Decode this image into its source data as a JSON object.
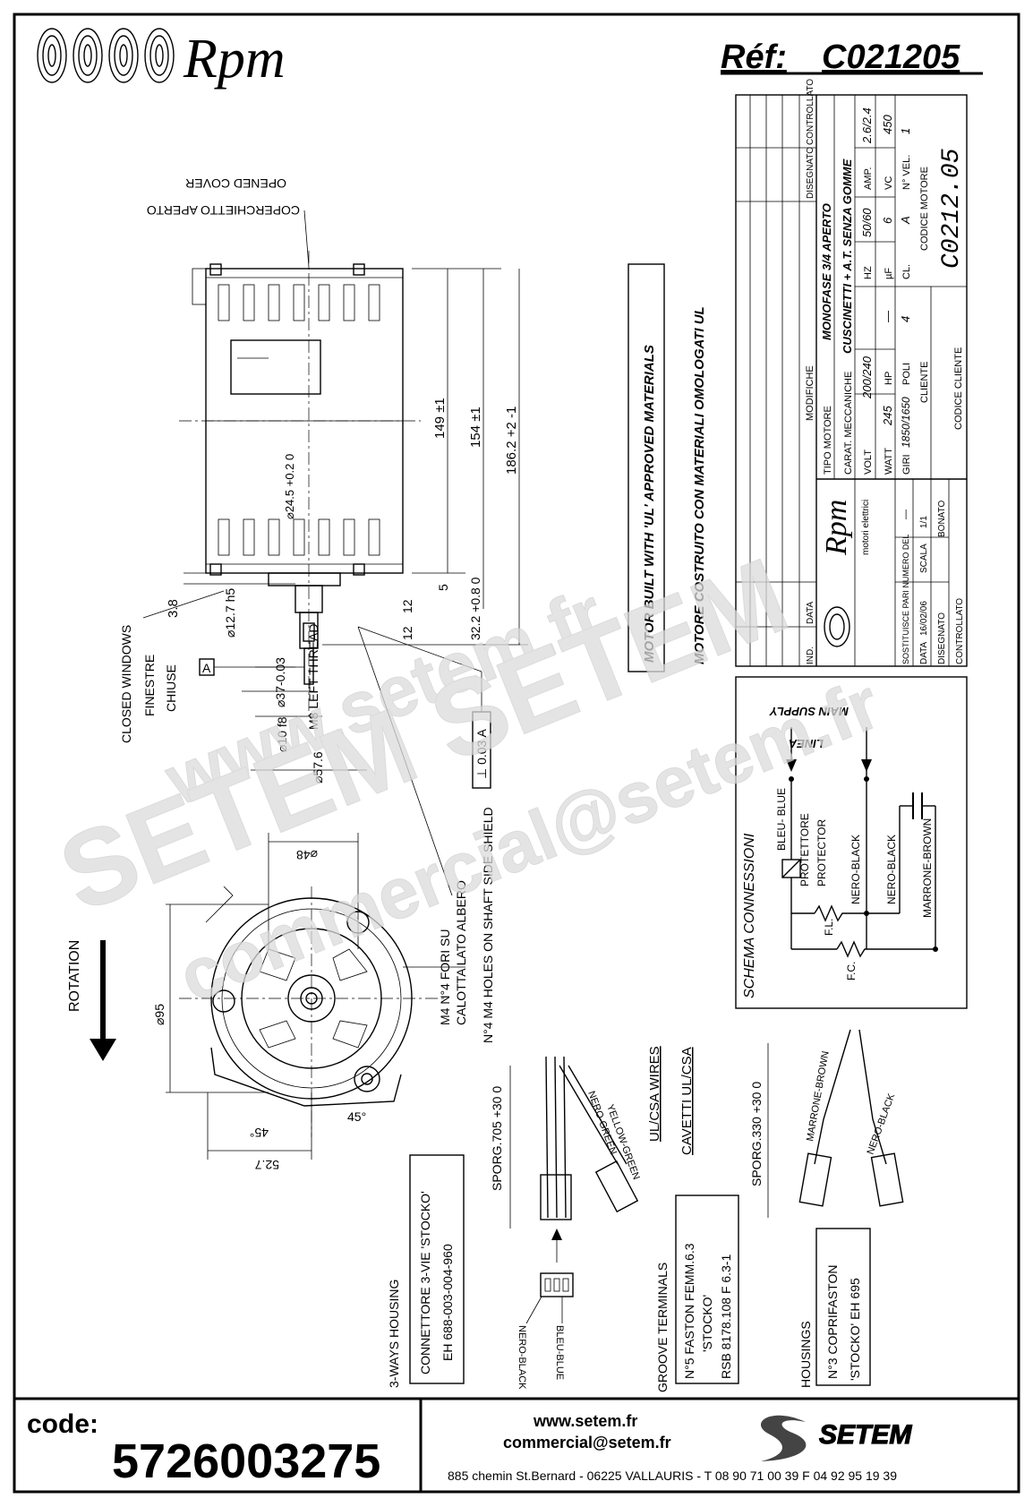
{
  "header": {
    "brand": "Rpm",
    "ref_label": "Réf:",
    "ref_value": "C021205"
  },
  "drawing": {
    "cover_it": "COPERCHIETTO  APERTO",
    "cover_en": "OPENED COVER",
    "closed_windows": "CLOSED WINDOWS",
    "finestre": "FINESTRE",
    "chiuse": "CHIUSE",
    "dim_149": "149 ±1",
    "dim_154": "154 ±1",
    "dim_186": "186.2 +2 -1",
    "dim_24_5": "⌀24.5 +0.2 0",
    "dim_3_8": "3.8",
    "dim_12_7": "⌀12.7 h5",
    "dim_37": "⌀37-0.03",
    "dim_m8": "M8 LEFT THREAD",
    "dim_10": "⌀10 f8",
    "dim_57_6": "⌀57.6",
    "dim_12a": "12",
    "dim_12b": "12",
    "dim_5": "5",
    "dim_32_2": "32.2 +0.8 0",
    "datum_a": "A",
    "tolerance": "⊥ 0.03 A",
    "dim_48": "⌀48",
    "dim_95": "⌀95",
    "dim_52_7": "52.7",
    "angle_45a": "45°",
    "angle_45b": "45°",
    "rotation": "ROTATION",
    "m4_it1": "M4 N°4 FORI SU",
    "m4_it2": "CALOTTA LATO ALBERO",
    "m4_en": "N°4 M4 HOLES ON SHAFT SIDE SHIELD",
    "sporg_705": "SPORG.705 +30 0",
    "sporg_330": "SPORG.330 +30 0",
    "nero_green": "NERO-GREEN",
    "yellow_green": "YELLOW-GREEN",
    "ul_wires": "UL/CSA WIRES",
    "cavetti": "CAVETTI UL/CSA",
    "marrone_brown": "MARRONE-BROWN",
    "nero_black_w": "NERO-BLACK",
    "housing_title": "3-WAYS HOUSING",
    "housing_1": "CONNETTORE 3-VIE 'STOCKO'",
    "housing_2": "EH 688-003-004-960",
    "nero_black_c": "NERO-BLACK",
    "bleu_blue_c": "BLEU-BLUE",
    "groove_title": "GROOVE TERMINALS",
    "groove_1": "N°5 FASTON FEMM.6.3",
    "groove_2": "'STOCKO'",
    "groove_3": "RSB 8178.108 F 6.3-1",
    "housings_title": "HOUSINGS",
    "housings_1": "N°3 COPRIFASTON",
    "housings_2": "'STOCKO' EH 695",
    "ul_note_en": "MOTOR BUILT WITH 'UL' APPROVED MATERIALS",
    "ul_note_it": "MOTORE COSTRUITO CON MATERIALI OMOLOGATI UL"
  },
  "schema": {
    "title": "SCHEMA CONNESSIONI",
    "main_supply": "MAIN SUPPLY",
    "linea": "LINEA",
    "bleu_blue": "BLEU- BLUE",
    "protettore": "PROTETTORE",
    "protector": "PROTECTOR",
    "nero_black_1": "NERO-BLACK",
    "nero_black_2": "NERO-BLACK",
    "marrone_brown": "MARRONE-BROWN",
    "fl": "F.L.",
    "fc": "F.C."
  },
  "titleblock": {
    "modifiche": "MODIFICHE",
    "disegnato_hdr": "DISEGNATO",
    "controllato_hdr": "CONTROLLATO",
    "ind": "IND.",
    "data_hdr": "DATA",
    "tipo_motore_label": "TIPO MOTORE",
    "tipo_motore_value": "MONOFASE 3/4 APERTO",
    "carat_label": "CARAT. MECCANICHE",
    "carat_value": "CUSCINETTI + A.T. SENZA GOMME",
    "volt_label": "VOLT",
    "volt_value": "200/240",
    "hz_label": "HZ",
    "hz_value": "50/60",
    "amp_label": "AMP.",
    "amp_value": "2.6/2.4",
    "watt_label": "WATT",
    "watt_value": "245",
    "hp_label": "HP",
    "hp_value": "—",
    "uf_label": "µF",
    "uf_value": "6",
    "vc_label": "VC",
    "vc_value": "450",
    "giri_label": "GIRI",
    "giri_value": "1850/1650",
    "poli_label": "POLI",
    "poli_value": "4",
    "cl_label": "CL.",
    "cl_value": "A",
    "nvel_label": "N° VEL.",
    "nvel_value": "1",
    "cliente_label": "CLIENTE",
    "codice_motore_label": "CODICE MOTORE",
    "codice_motore_value": "C0212.05",
    "codice_cliente_label": "CODICE CLIENTE",
    "logo": "Rpm",
    "logo_sub": "motori elettrici",
    "sostituisce_label": "SOSTITUISCE PARI NUMERO DEL",
    "sostituisce_value": "—",
    "data_label": "DATA",
    "data_value": "16/02/06",
    "scala_label": "SCALA",
    "scala_value": "1/1",
    "disegnato_label": "DISEGNATO",
    "disegnato_value": "BONATO",
    "controllato_label": "CONTROLLATO"
  },
  "footer": {
    "code_label": "code:",
    "code_value": "5726003275",
    "web": "www.setem.fr",
    "email": "commercial@setem.fr",
    "brand": "SETEM",
    "address": "885 chemin St.Bernard  -  06225 VALLAURIS  -  T 08 90 71 00 39  F 04 92 95 19 39"
  },
  "watermark": {
    "line1": "www.setem.fr",
    "line2": "SETEM SETEM",
    "line3": "commercial@setem.fr"
  }
}
